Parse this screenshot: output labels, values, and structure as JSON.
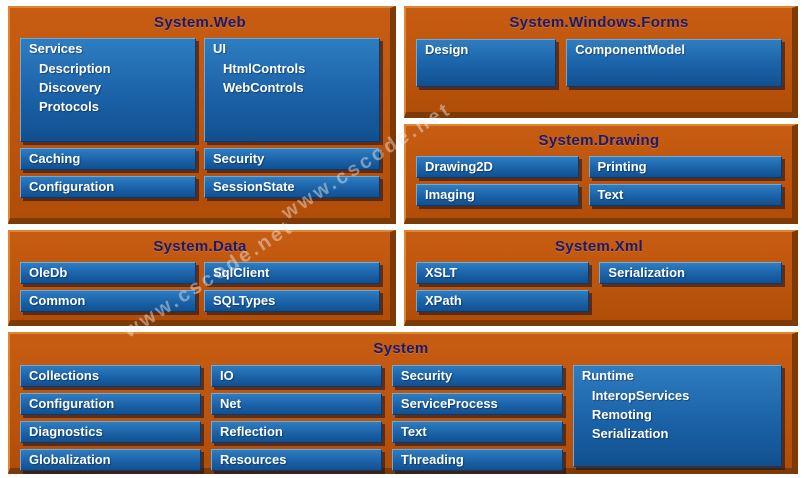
{
  "watermark": {
    "text": "www.cscode.net"
  },
  "colors": {
    "block_face": "#bc540c",
    "block_edge_dark": "#7c3a06",
    "block_edge_light": "#e08631",
    "cell_top": "#2f7dc1",
    "cell_bottom": "#11508f",
    "title_text": "#1b1b6e",
    "cell_text": "#ffffff"
  },
  "web": {
    "title": "System.Web",
    "services": {
      "label": "Services",
      "items": [
        "Description",
        "Discovery",
        "Protocols"
      ]
    },
    "ui": {
      "label": "UI",
      "items": [
        "HtmlControls",
        "WebControls"
      ]
    },
    "cells": [
      "Caching",
      "Security",
      "Configuration",
      "SessionState"
    ]
  },
  "winforms": {
    "title": "System.Windows.Forms",
    "cells": [
      "Design",
      "ComponentModel"
    ]
  },
  "drawing": {
    "title": "System.Drawing",
    "cells": [
      "Drawing2D",
      "Printing",
      "Imaging",
      "Text"
    ]
  },
  "sysdata": {
    "title": "System.Data",
    "cells": [
      "OleDb",
      "SqlClient",
      "Common",
      "SQLTypes"
    ]
  },
  "xml": {
    "title": "System.Xml",
    "cells": [
      "XSLT",
      "Serialization",
      "XPath"
    ]
  },
  "system": {
    "title": "System",
    "col1": [
      "Collections",
      "Configuration",
      "Diagnostics",
      "Globalization"
    ],
    "col2": [
      "IO",
      "Net",
      "Reflection",
      "Resources"
    ],
    "col3": [
      "Security",
      "ServiceProcess",
      "Text",
      "Threading"
    ],
    "runtime": {
      "label": "Runtime",
      "items": [
        "InteropServices",
        "Remoting",
        "Serialization"
      ]
    }
  }
}
